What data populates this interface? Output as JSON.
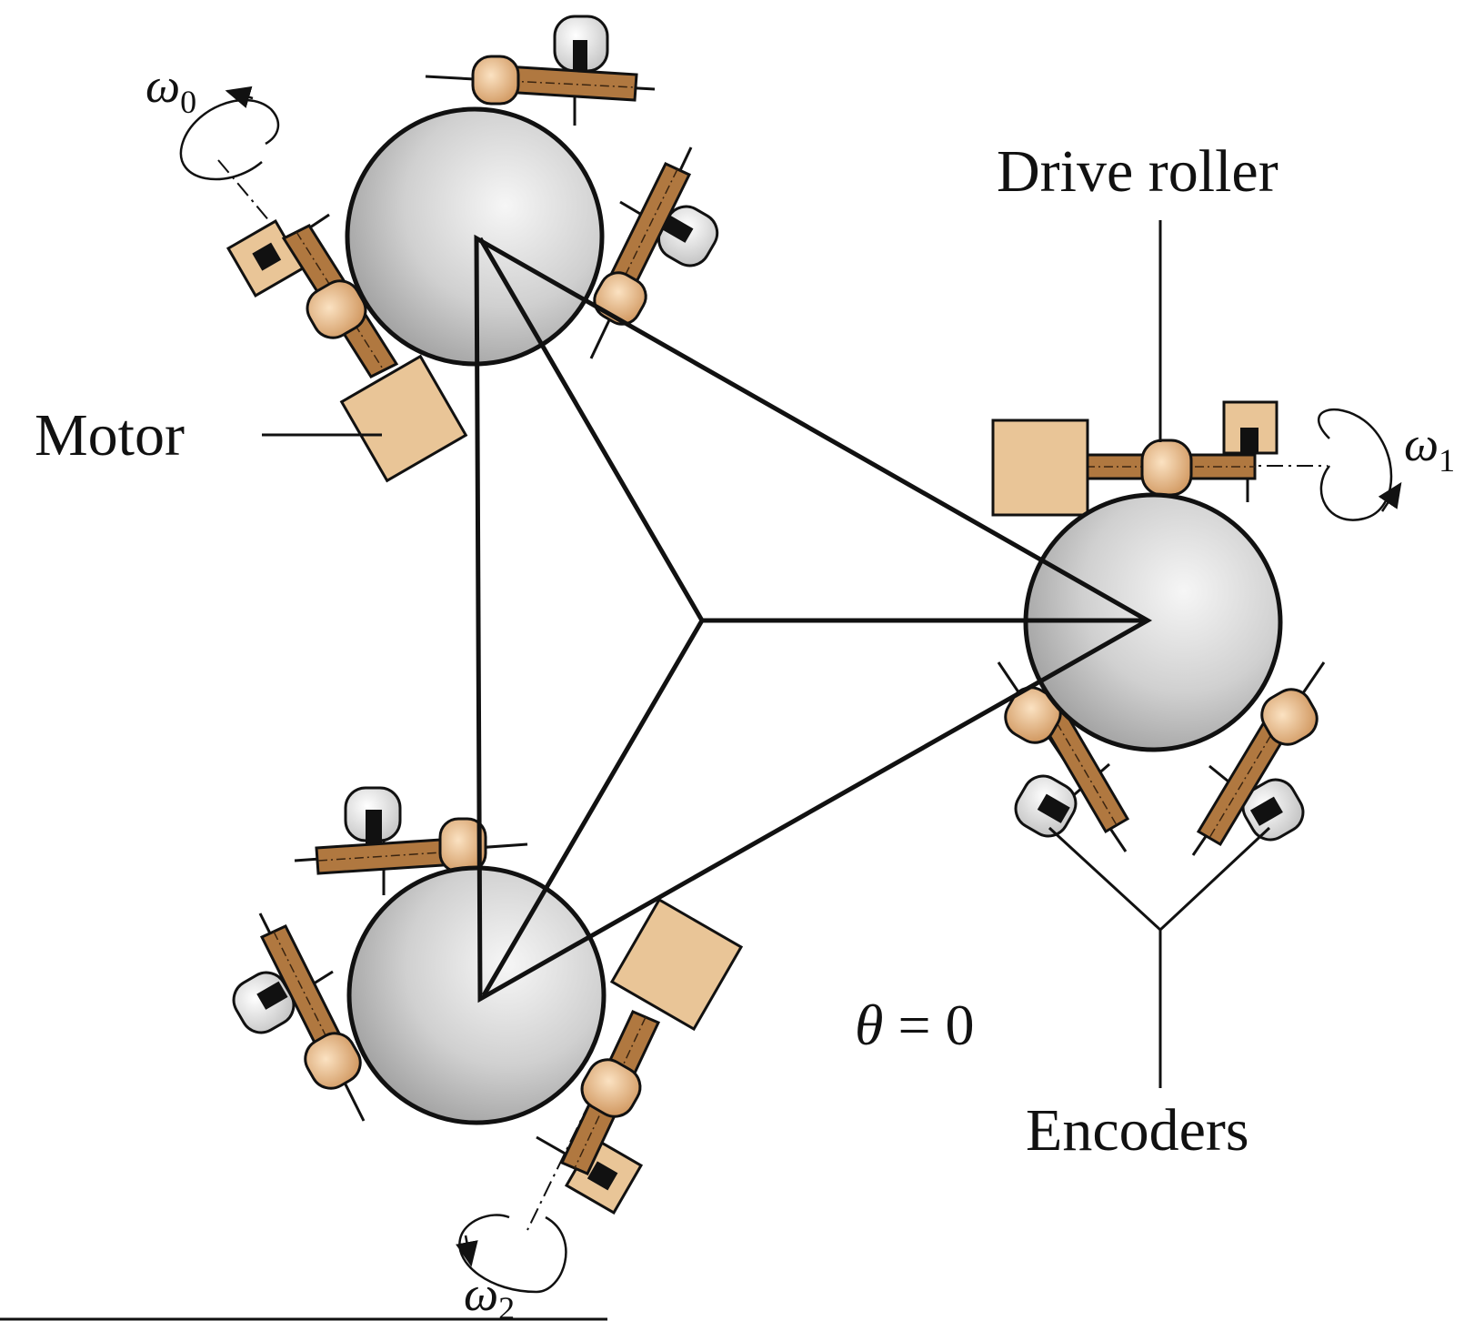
{
  "labels": {
    "motor": "Motor",
    "drive_roller": "Drive roller",
    "encoders": "Encoders",
    "theta_symbol": "θ",
    "theta_rest": " = 0",
    "omega": "ω",
    "omega0_sub": "0",
    "omega1_sub": "1",
    "omega2_sub": "2"
  },
  "colors": {
    "ball_highlight": "#f4f4f4",
    "ball_shadow": "#9c9c9c",
    "motor_fill": "#e9c597",
    "shaft_fill": "#b07840",
    "coupler_fill": "#e2b07a",
    "encoder_fill": "#dcdcdc",
    "outline": "#111111"
  }
}
